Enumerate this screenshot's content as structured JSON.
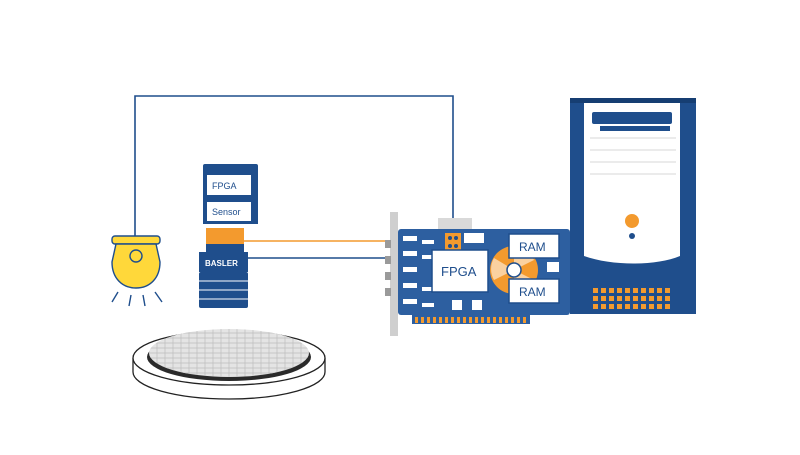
{
  "camera": {
    "fpga_label": "FPGA",
    "sensor_label": "Sensor",
    "brand": "BASLER"
  },
  "card": {
    "fpga_label": "FPGA",
    "ram_top_label": "RAM",
    "ram_bottom_label": "RAM"
  },
  "colors": {
    "navy": "#1f4e8c",
    "orange": "#f39a2e",
    "yellow": "#ffd83a",
    "pcb": "#2d5fa0",
    "grey": "#c9c9c9"
  }
}
